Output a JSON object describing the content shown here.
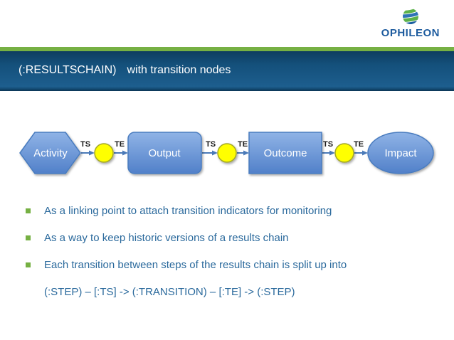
{
  "brand": {
    "name": "OPHILEON"
  },
  "title_bar": {
    "title": "(:RESULTSCHAIN)",
    "subtitle": "with transition nodes"
  },
  "diagram": {
    "nodes": [
      {
        "label": "Activity",
        "shape": "hexagon"
      },
      {
        "label": "Output",
        "shape": "rounded-rectangle"
      },
      {
        "label": "Outcome",
        "shape": "rectangle"
      },
      {
        "label": "Impact",
        "shape": "ellipse"
      }
    ],
    "transition_labels": {
      "ts": "TS",
      "te": "TE"
    },
    "colors": {
      "node_fill_top": "#8fb3e6",
      "node_fill_bottom": "#5180c9",
      "node_border": "#4a7cbf",
      "transition_fill": "#ffff00",
      "transition_border": "#a3a825",
      "arrow": "#4a7ab8",
      "transition_label_text": "#1a1a1a"
    }
  },
  "bullets": [
    "As a linking point to attach transition indicators for monitoring",
    "As a way to keep historic versions of a results chain",
    "Each transition between steps of the results chain is split up into"
  ],
  "bullets_continuation": "(:STEP) – [:TS] -> (:TRANSITION) – [:TE] -> (:STEP)",
  "theme": {
    "divider_green": "#76b043",
    "title_bar_top": "#0e3c5f",
    "title_bar_bottom": "#1d5e8e",
    "title_text": "#ffffff",
    "bullet_marker": "#76b043",
    "body_text": "#2a699c",
    "brand_text": "#1d5b9e"
  }
}
